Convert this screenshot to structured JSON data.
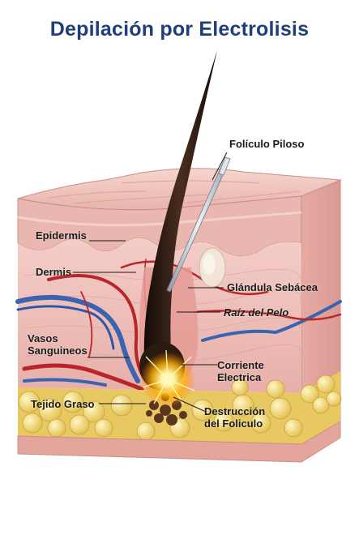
{
  "title": "Depilación por Electrolisis",
  "labels": {
    "foliculo": "Folículo Piloso",
    "epidermis": "Epidermis",
    "dermis": "Dermis",
    "glandula": "Glándula Sebácea",
    "raiz": "Raíz del Pelo",
    "vasos_1": "Vasos",
    "vasos_2": "Sanguineos",
    "corriente_1": "Corriente",
    "corriente_2": "Electrica",
    "tejido": "Tejido Graso",
    "destruccion_1": "Destrucción",
    "destruccion_2": "del Foliculo"
  },
  "colors": {
    "title": "#1e3f7a",
    "epidermis": "#e9b7b0",
    "dermis": "#f1c6c1",
    "fat": "#f2dc7a",
    "hair": "#2a1a12",
    "blood_red": "#b8262a",
    "blood_blue": "#3a63b0",
    "spark": "#ffd23a"
  }
}
